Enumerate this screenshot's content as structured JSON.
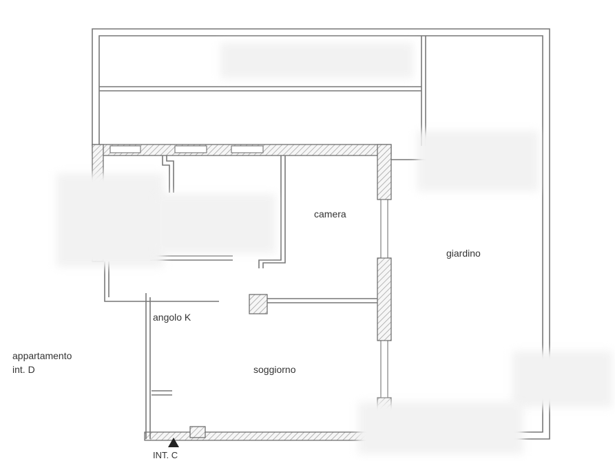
{
  "rooms": {
    "camera": "camera",
    "giardino": "giardino",
    "angolo_k": "angolo K",
    "soggiorno": "soggiorno"
  },
  "outside": {
    "apartment_line1": "appartamento",
    "apartment_line2": "int. D",
    "entrance": "INT. C"
  }
}
